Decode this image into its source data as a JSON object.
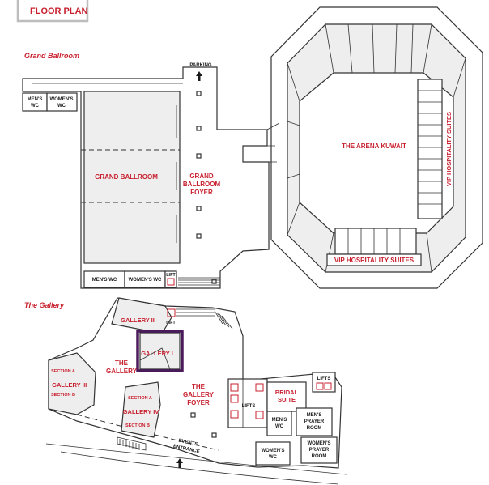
{
  "header": {
    "title": "FLOOR PLAN"
  },
  "sections": {
    "grand_ballroom": "Grand Ballroom",
    "the_gallery": "The Gallery"
  },
  "labels": {
    "parking": "PARKING",
    "mens_wc": "MEN'S",
    "wc": "WC",
    "womens_wc": "WOMEN'S",
    "mens_wc_inline": "MEN'S WC",
    "womens_wc_inline": "WOMEN'S WC",
    "grand_ballroom_room": "GRAND BALLROOM",
    "foyer_1": "GRAND",
    "foyer_2": "BALLROOM",
    "foyer_3": "FOYER",
    "lift": "LIFT",
    "lifts": "LIFTS",
    "arena": "THE ARENA KUWAIT",
    "vip_suites": "VIP HOSPITALITY SUITES",
    "gallery_ii": "GALLERY II",
    "gallery_i": "GALLERY I",
    "gallery_iii": "GALLERY III",
    "gallery_iv": "GALLERY IV",
    "section_a": "SECTION A",
    "section_b": "SECTION B",
    "the": "THE",
    "gallery_word": "GALLERY",
    "gallery_foyer_1": "THE",
    "gallery_foyer_2": "GALLERY",
    "gallery_foyer_3": "FOYER",
    "bridal_1": "BRIDAL",
    "bridal_2": "SUITE",
    "mens": "MEN'S",
    "prayer": "PRAYER",
    "room": "ROOM",
    "womens": "WOMEN'S",
    "events_1": "EVENTS",
    "events_2": "ENTRANCE"
  },
  "colors": {
    "accent": "#c8202f",
    "highlight": "#4b1a5c",
    "room_fill": "#eeeeee"
  }
}
